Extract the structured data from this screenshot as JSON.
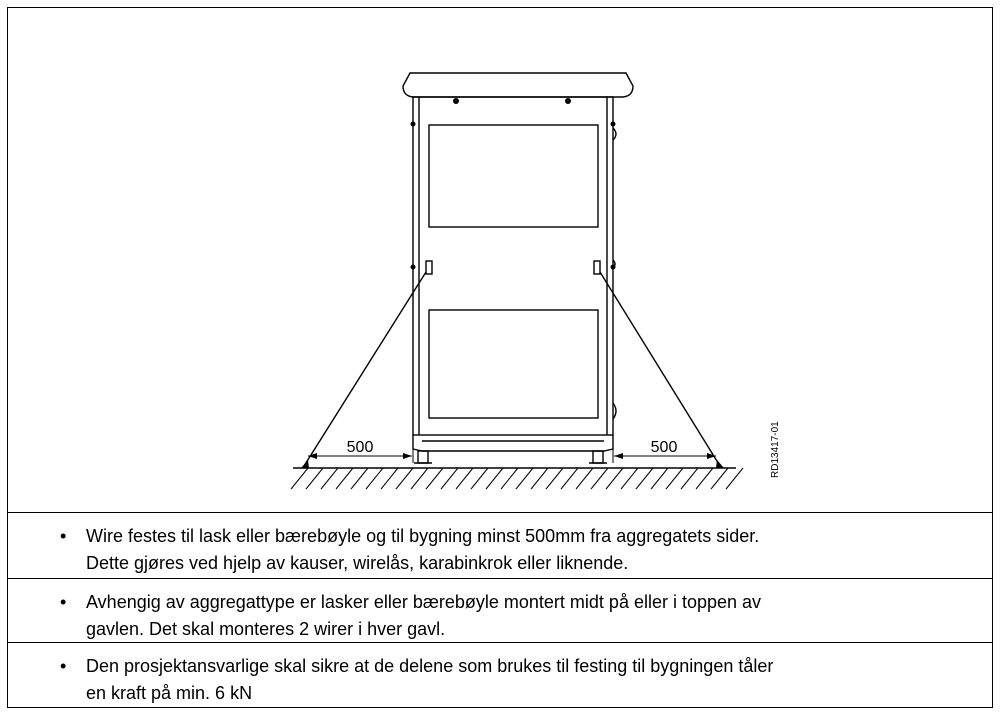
{
  "figure": {
    "dimension_left": "500",
    "dimension_right": "500",
    "figure_code": "RD13417-01"
  },
  "bullet_symbol": "•",
  "rows": [
    {
      "lines": [
        "Wire festes til lask eller bærebøyle og til bygning minst 500mm fra aggregatets sider.",
        "Dette gjøres ved hjelp av kauser, wirelås, karabinkrok eller liknende."
      ]
    },
    {
      "lines": [
        "Avhengig av aggregattype er lasker eller bærebøyle montert midt på eller i toppen av",
        "gavlen. Det skal monteres 2 wirer i hver gavl."
      ]
    },
    {
      "lines": [
        "Den prosjektansvarlige skal sikre at de delene som brukes til festing til bygningen tåler",
        "en kraft på min. 6 kN"
      ]
    }
  ]
}
